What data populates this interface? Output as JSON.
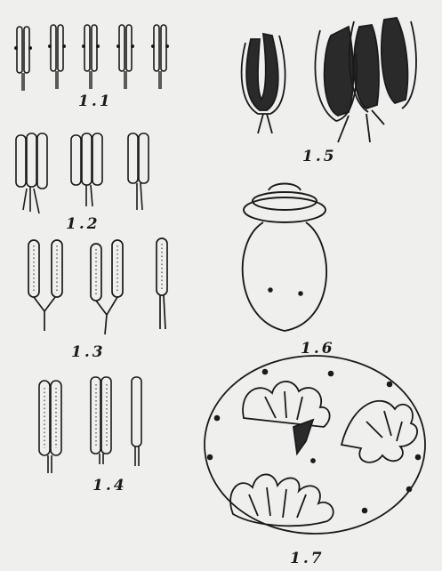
{
  "figures": {
    "f1_1": "1.1",
    "f1_2": "1.2",
    "f1_3": "1.3",
    "f1_4": "1.4",
    "f1_5": "1.5",
    "f1_6": "1.6",
    "f1_7": "1.7"
  },
  "colors": {
    "background": "#efefed",
    "ink": "#1a1a1a",
    "fill_dark": "#2a2a2a"
  }
}
